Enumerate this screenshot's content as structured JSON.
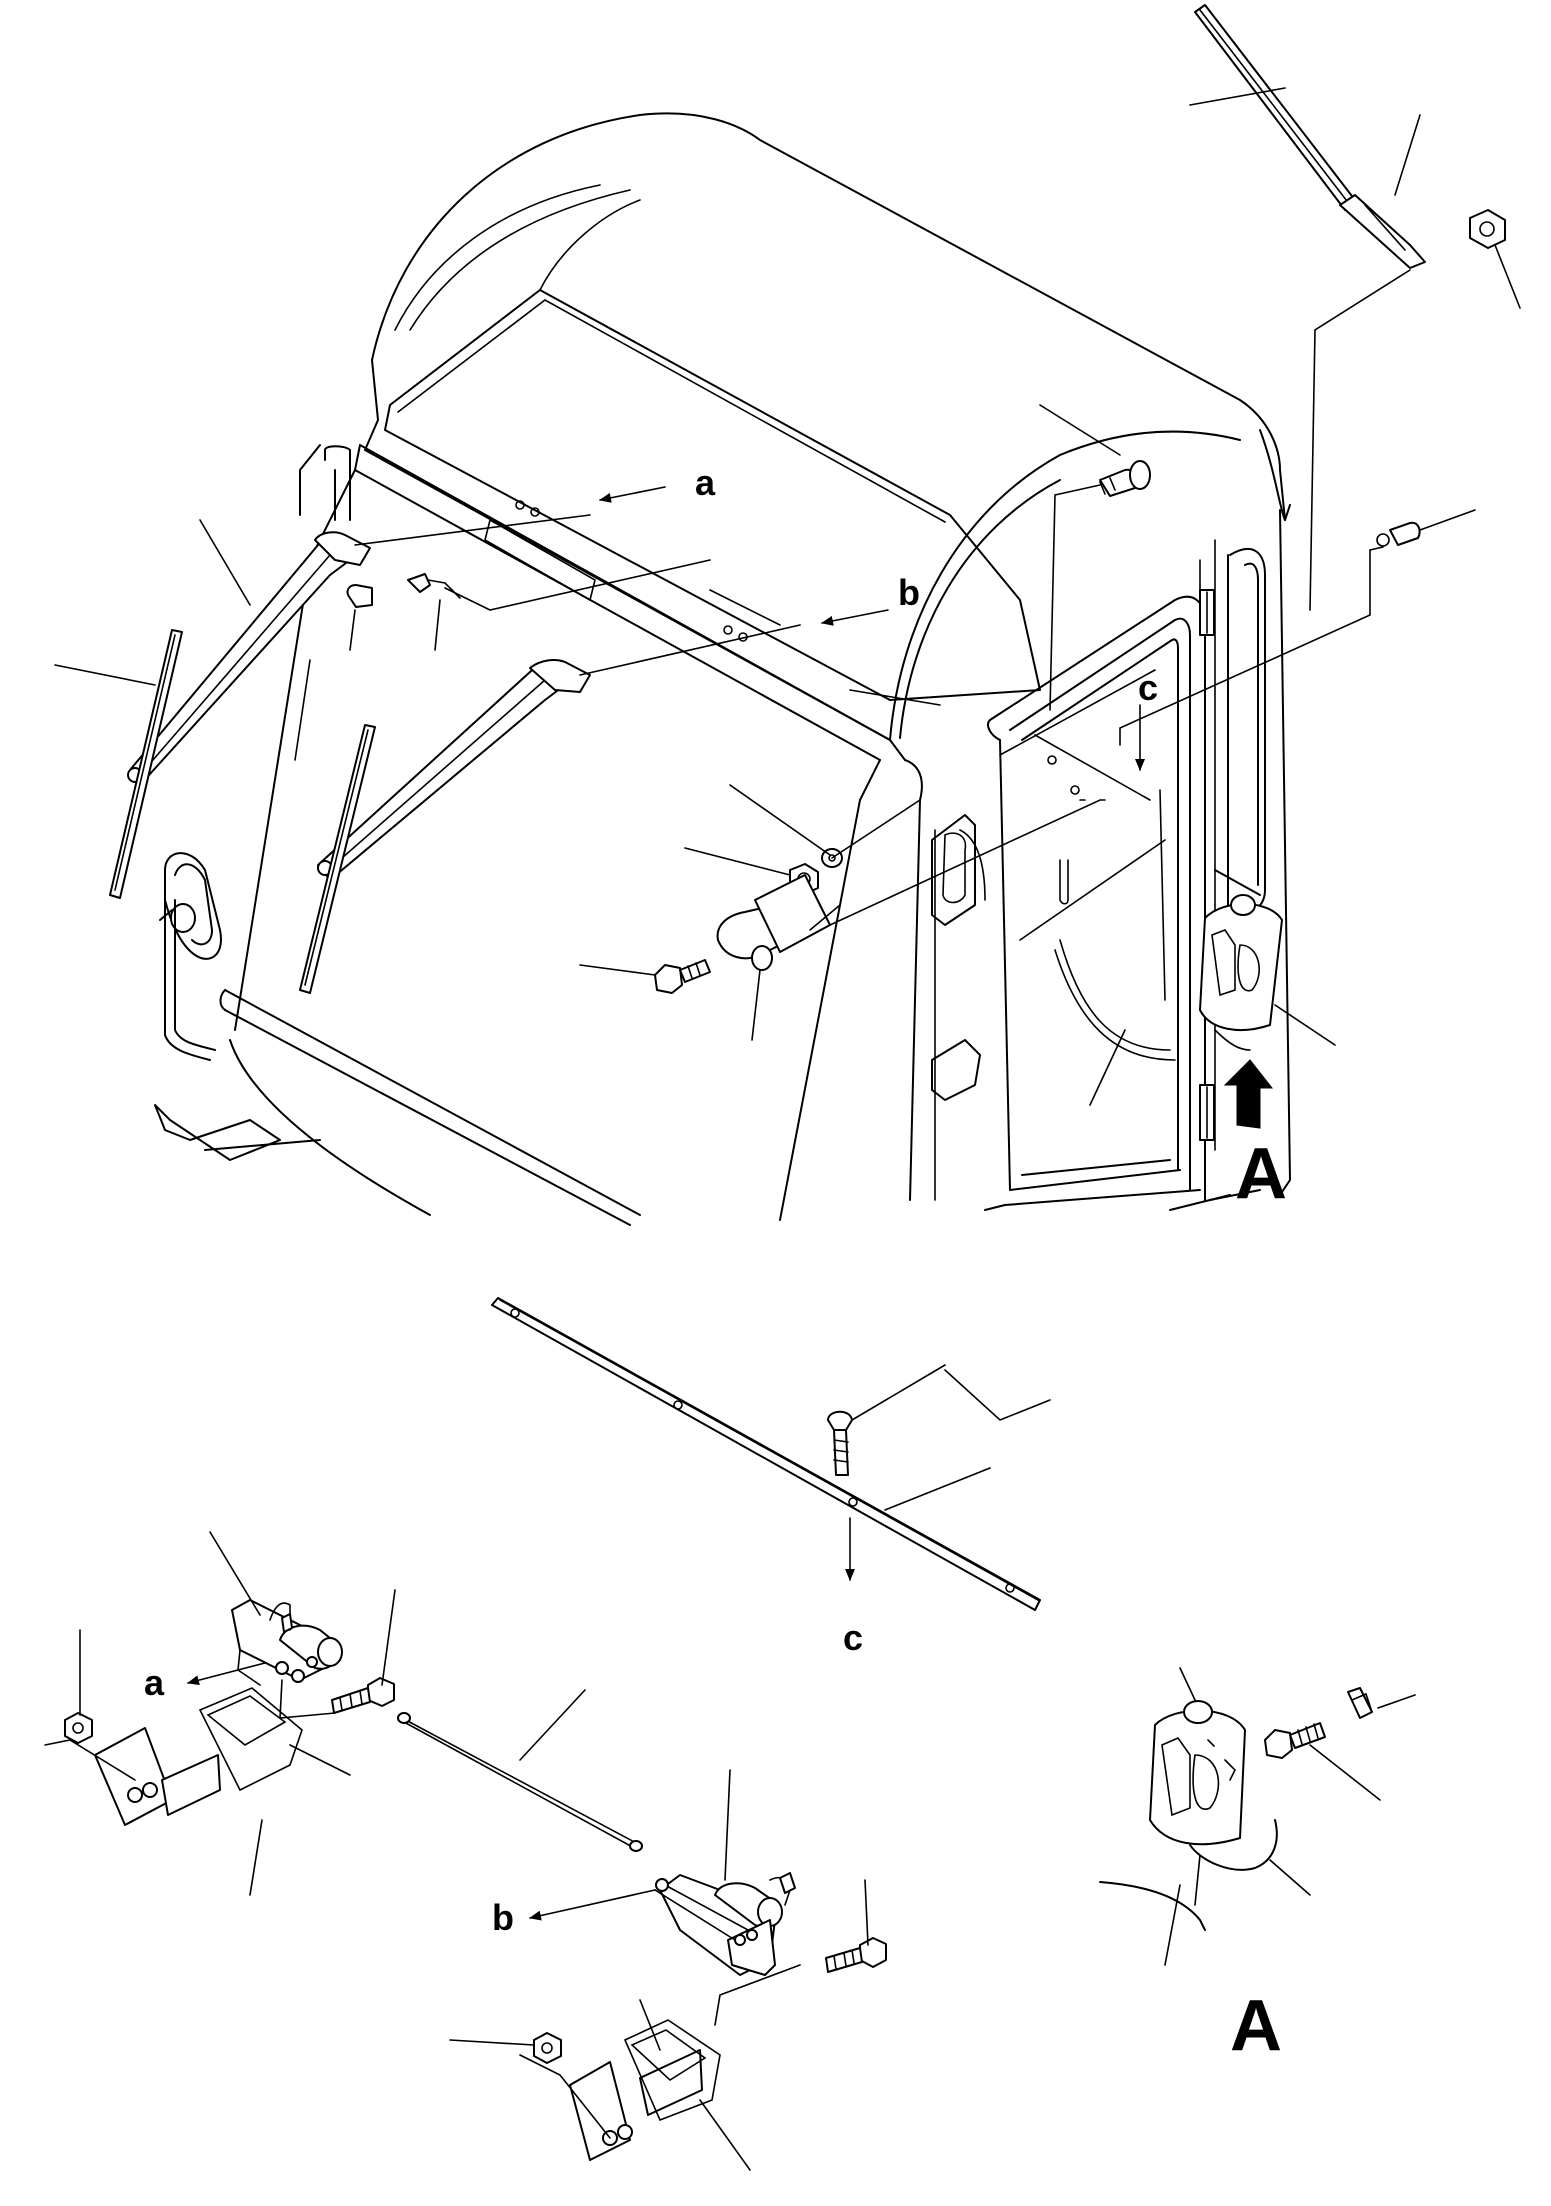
{
  "labels": {
    "a": "a",
    "b": "b",
    "c": "c",
    "view_a": "A"
  }
}
